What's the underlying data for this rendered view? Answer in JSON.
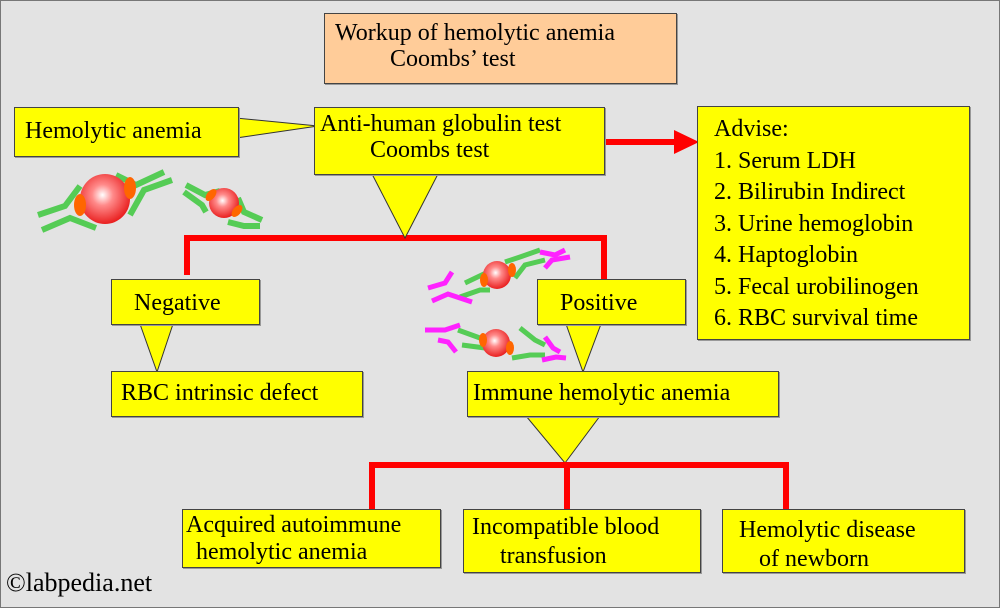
{
  "title": {
    "line1": "Workup of hemolytic anemia",
    "line2": "Coombs’ test"
  },
  "callout_left": "Hemolytic anemia",
  "test_box": {
    "line1": "Anti-human globulin test",
    "line2": "Coombs test"
  },
  "advise": {
    "heading": "Advise:",
    "items": [
      "1. Serum LDH",
      "2. Bilirubin Indirect",
      "3. Urine hemoglobin",
      "4. Haptoglobin",
      "5. Fecal urobilinogen",
      "6. RBC survival time"
    ]
  },
  "negative": {
    "label": "Negative",
    "result": "RBC intrinsic defect"
  },
  "positive": {
    "label": "Positive",
    "result": "Immune hemolytic anemia"
  },
  "outcomes": [
    {
      "line1": "Acquired autoimmune",
      "line2": "hemolytic anemia"
    },
    {
      "line1": "Incompatible blood",
      "line2": "transfusion"
    },
    {
      "line1": "Hemolytic disease",
      "line2": "of newborn"
    }
  ],
  "illustrations": {
    "top_left": "rbc-with-antibodies-icon",
    "positive": "rbc-agglutination-coombs-icon"
  },
  "colors": {
    "background": "#E3E3E3",
    "box_fill": "#FFFF00",
    "title_fill": "#FFCC99",
    "connector": "#FF0000",
    "antibody_green": "#55CC55",
    "antiglobulin_magenta": "#FF22FF",
    "antigen_orange": "#FF6600"
  },
  "copyright": "©labpedia.net"
}
